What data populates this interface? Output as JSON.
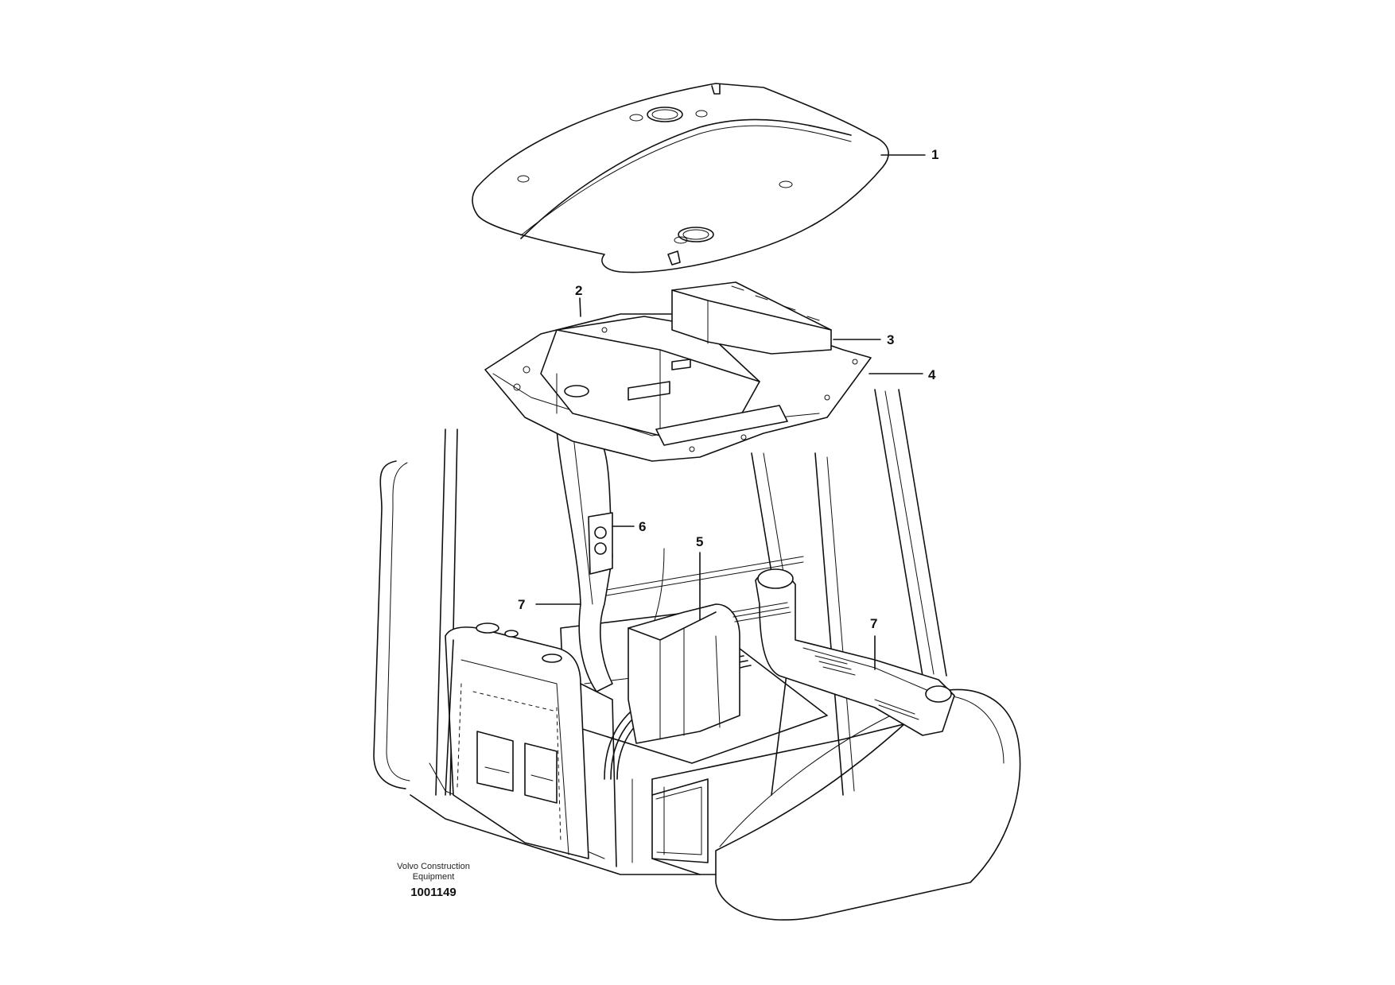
{
  "callouts": {
    "c1": "1",
    "c2": "2",
    "c3": "3",
    "c4": "4",
    "c5": "5",
    "c6": "6",
    "c7a": "7",
    "c7b": "7"
  },
  "footer": {
    "company_line1": "Volvo Construction",
    "company_line2": "Equipment",
    "drawing_number": "1001149"
  }
}
